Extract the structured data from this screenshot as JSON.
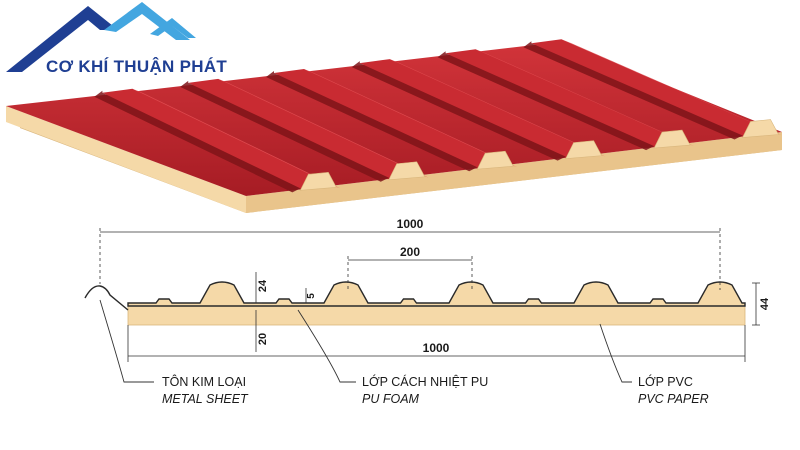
{
  "brand": {
    "name": "CƠ KHÍ THUẬN PHÁT",
    "color_primary": "#1f3f93",
    "color_secondary": "#43a6e0",
    "logo_icon": "mountain-roof-icon"
  },
  "panel_3d": {
    "metal_color": "#b8242b",
    "metal_dark": "#7f1419",
    "foam_color": "#f5d9a8",
    "foam_dark": "#d9b67c"
  },
  "dimensions": {
    "total_width_top": "1000",
    "rib_pitch": "200",
    "rib_height": "24",
    "small_rib": "5",
    "foam_thickness": "20",
    "total_height": "44",
    "total_width_bottom": "1000"
  },
  "labels": {
    "metal_vi": "TÔN KIM LOẠI",
    "metal_en": "METAL SHEET",
    "foam_vi": "LỚP CÁCH NHIỆT PU",
    "foam_en": "PU FOAM",
    "pvc_vi": "LỚP PVC",
    "pvc_en": "PVC PAPER"
  }
}
